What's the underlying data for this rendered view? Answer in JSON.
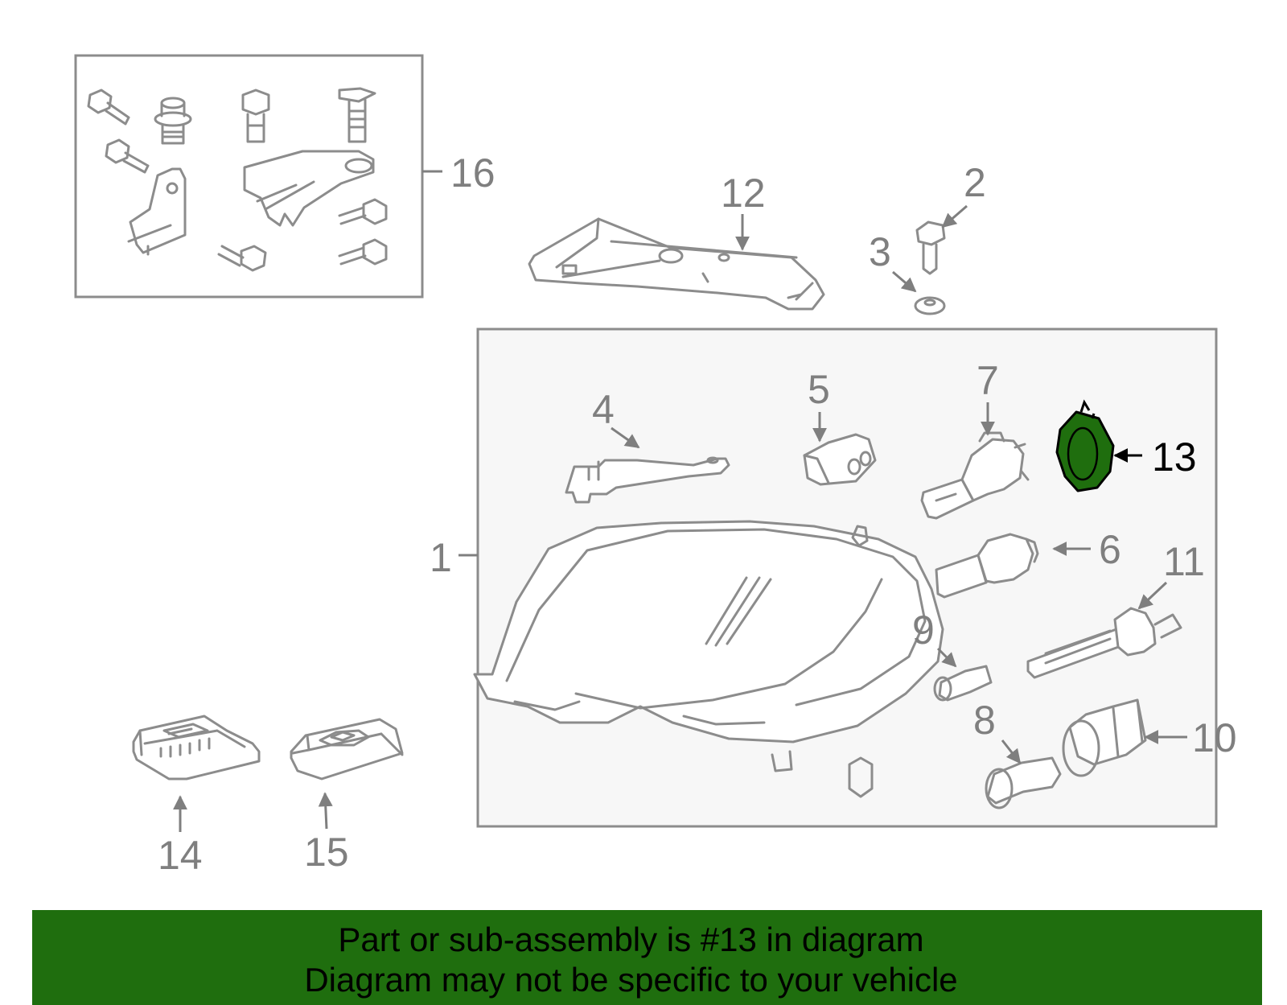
{
  "diagram": {
    "callouts": [
      "1",
      "2",
      "3",
      "4",
      "5",
      "6",
      "7",
      "8",
      "9",
      "10",
      "11",
      "12",
      "13",
      "14",
      "15",
      "16"
    ],
    "highlight_color": "#1f6e0e"
  },
  "banner": {
    "line1": "Part or sub-assembly is #13 in diagram",
    "line2": "Diagram may not be specific to your vehicle"
  }
}
